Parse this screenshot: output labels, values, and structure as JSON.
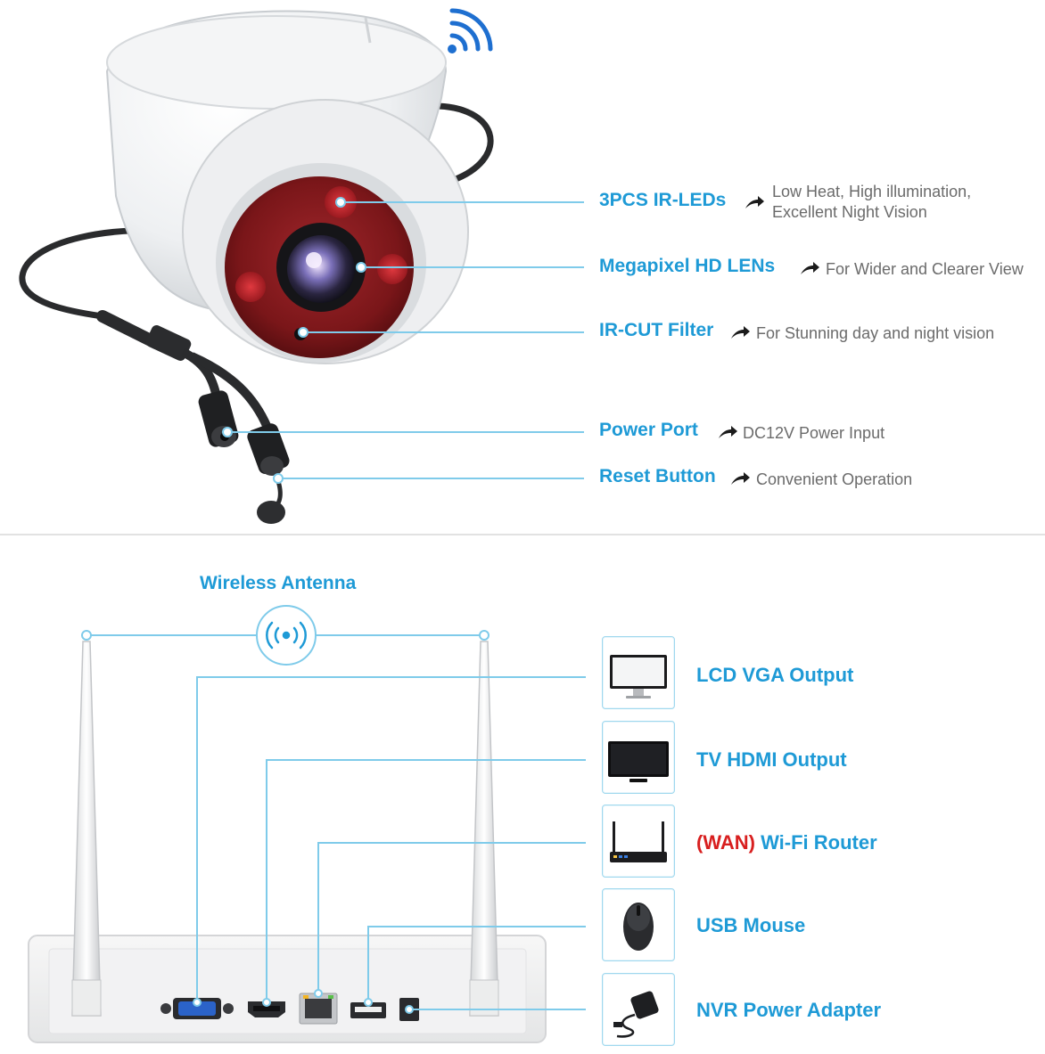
{
  "camera_features": [
    {
      "label": "3PCS IR-LEDs",
      "desc_lines": [
        "Low Heat, High illumination,",
        "Excellent Night Vision"
      ]
    },
    {
      "label": "Megapixel HD LENs",
      "desc_lines": [
        "For Wider and Clearer View"
      ]
    },
    {
      "label": "IR-CUT Filter",
      "desc_lines": [
        "For Stunning day and night vision"
      ]
    },
    {
      "label": "Power Port",
      "desc_lines": [
        "DC12V Power Input"
      ]
    },
    {
      "label": "Reset Button",
      "desc_lines": [
        "Convenient Operation"
      ]
    }
  ],
  "nvr": {
    "antenna_label": "Wireless Antenna",
    "outputs": [
      {
        "label": "LCD VGA Output",
        "icon": "monitor-icon"
      },
      {
        "label": "TV HDMI Output",
        "icon": "tv-icon"
      },
      {
        "label_prefix": "(WAN)",
        "label": " Wi-Fi Router",
        "icon": "router-icon"
      },
      {
        "label": "USB Mouse",
        "icon": "mouse-icon"
      },
      {
        "label": "NVR Power Adapter",
        "icon": "power-adapter-icon"
      }
    ]
  },
  "colors": {
    "accent": "#1e9ad6",
    "line": "#7fcbea",
    "wan": "#d81f1f",
    "desc": "#6b6b6b",
    "ir_red": "#8a1c1f"
  }
}
